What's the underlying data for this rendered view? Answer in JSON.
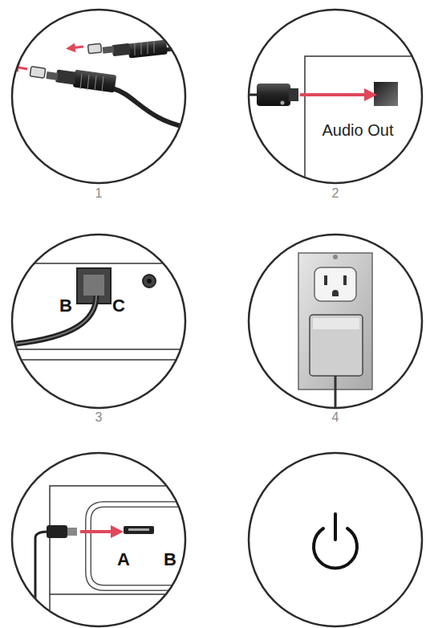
{
  "diagram": {
    "labels": [
      "1",
      "Audio Out",
      "2",
      "B",
      "C",
      "3",
      "4",
      "A",
      "B"
    ]
  }
}
